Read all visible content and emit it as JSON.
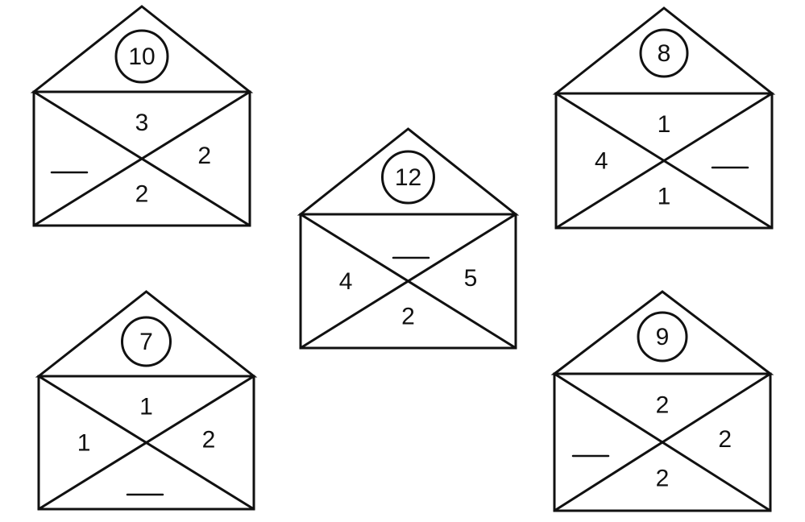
{
  "colors": {
    "ink": "#111111",
    "paper": "#ffffff"
  },
  "envelopes": [
    {
      "total": "10",
      "top": "3",
      "left": "",
      "right": "2",
      "bottom": "2",
      "blank": "left"
    },
    {
      "total": "8",
      "top": "1",
      "left": "4",
      "right": "",
      "bottom": "1",
      "blank": "right"
    },
    {
      "total": "12",
      "top": "",
      "left": "4",
      "right": "5",
      "bottom": "2",
      "blank": "top"
    },
    {
      "total": "7",
      "top": "1",
      "left": "1",
      "right": "2",
      "bottom": "",
      "blank": "bottom"
    },
    {
      "total": "9",
      "top": "2",
      "left": "",
      "right": "2",
      "bottom": "2",
      "blank": "left"
    }
  ]
}
